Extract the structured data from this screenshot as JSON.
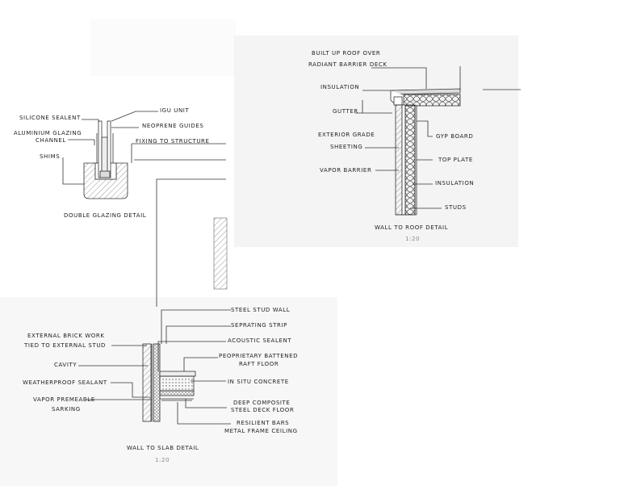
{
  "glazing": {
    "title": "DOUBLE GLAZING DETAIL",
    "labels": {
      "silicone": "SILICONE SEALENT",
      "igu": "IGU UNIT",
      "neoprene": "NEOPRENE GUIDES",
      "channel_1": "ALUMINIUM GLAZING",
      "channel_2": "CHANNEL",
      "fixing": "FIXING TO STRUCTURE",
      "shims": "SHIMS"
    }
  },
  "roof": {
    "title": "WALL TO ROOF DETAIL",
    "scale": "1:20",
    "labels": {
      "builtup_1": "BUILT UP ROOF OVER",
      "builtup_2": "RADIANT BARRIER DECK",
      "insulation_top": "INSULATION",
      "gutter": "GUTTER",
      "exterior_1": "EXTERIOR GRADE",
      "exterior_2": "SHEETING",
      "gyp": "GYP BOARD",
      "top_plate": "TOP PLATE",
      "vapor": "VAPOR BARRIER",
      "insulation_side": "INSULATION",
      "studs": "STUDS"
    }
  },
  "slab": {
    "title": "WALL TO SLAB DETAIL",
    "scale": "1:20",
    "labels": {
      "steel_stud": "STEEL STUD WALL",
      "strip": "SEPRATING STRIP",
      "brick_1": "EXTERNAL BRICK WORK",
      "brick_2": "TIED TO EXTERNAL STUD",
      "acoustic": "ACOUSTIC SEALENT",
      "raft_1": "PEOPRIETARY BATTENED",
      "raft_2": "RAFT FLOOR",
      "cavity": "CAVITY",
      "concrete": "IN SITU CONCRETE",
      "weather": "WEATHERPROOF SEALANT",
      "sarking_1": "VAPOR PREMEABLE",
      "sarking_2": "SARKING",
      "deck_1": "DEEP COMPOSITE",
      "deck_2": "STEEL DECK FLOOR",
      "resilient_1": "RESILIENT BARS",
      "resilient_2": "METAL FRAME CEILING"
    }
  }
}
